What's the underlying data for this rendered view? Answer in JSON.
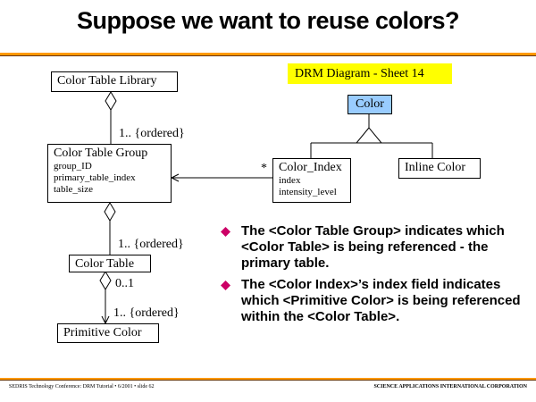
{
  "slide": {
    "title": "Suppose we want to reuse colors?",
    "sheet_label": "DRM Diagram - Sheet 14"
  },
  "diagram": {
    "color_table_library": "Color Table Library",
    "color_table_group": {
      "name": "Color Table Group",
      "attributes": [
        "group_ID",
        "primary_table_index",
        "table_size"
      ]
    },
    "color_table": "Color Table",
    "primitive_color": "Primitive Color",
    "color": "Color",
    "color_index": {
      "name": "Color_Index",
      "attributes": [
        "index",
        "intensity_level"
      ]
    },
    "inline_color": "Inline Color",
    "multiplicities": {
      "library_to_group": "1.. {ordered}",
      "group_to_table": "1.. {ordered}",
      "table_zero_one": "0..1",
      "table_to_primitive": "1.. {ordered}",
      "index_star": "*"
    }
  },
  "bullets": [
    "The <Color Table Group> indicates which <Color Table> is being referenced - the primary table.",
    "The <Color Index>’s index field indicates which <Primitive Color> is being referenced within the <Color Table>."
  ],
  "footer": {
    "left": "SEDRIS Technology Conference: DRM Tutorial • 6/2001 • slide 62",
    "right": "SCIENCE APPLICATIONS INTERNATIONAL CORPORATION"
  },
  "colors": {
    "accent": "#ff9900",
    "accent_dark": "#663300",
    "bullet": "#cc0066",
    "color_box": "#99ccff",
    "sheet_label": "#ffff00"
  }
}
